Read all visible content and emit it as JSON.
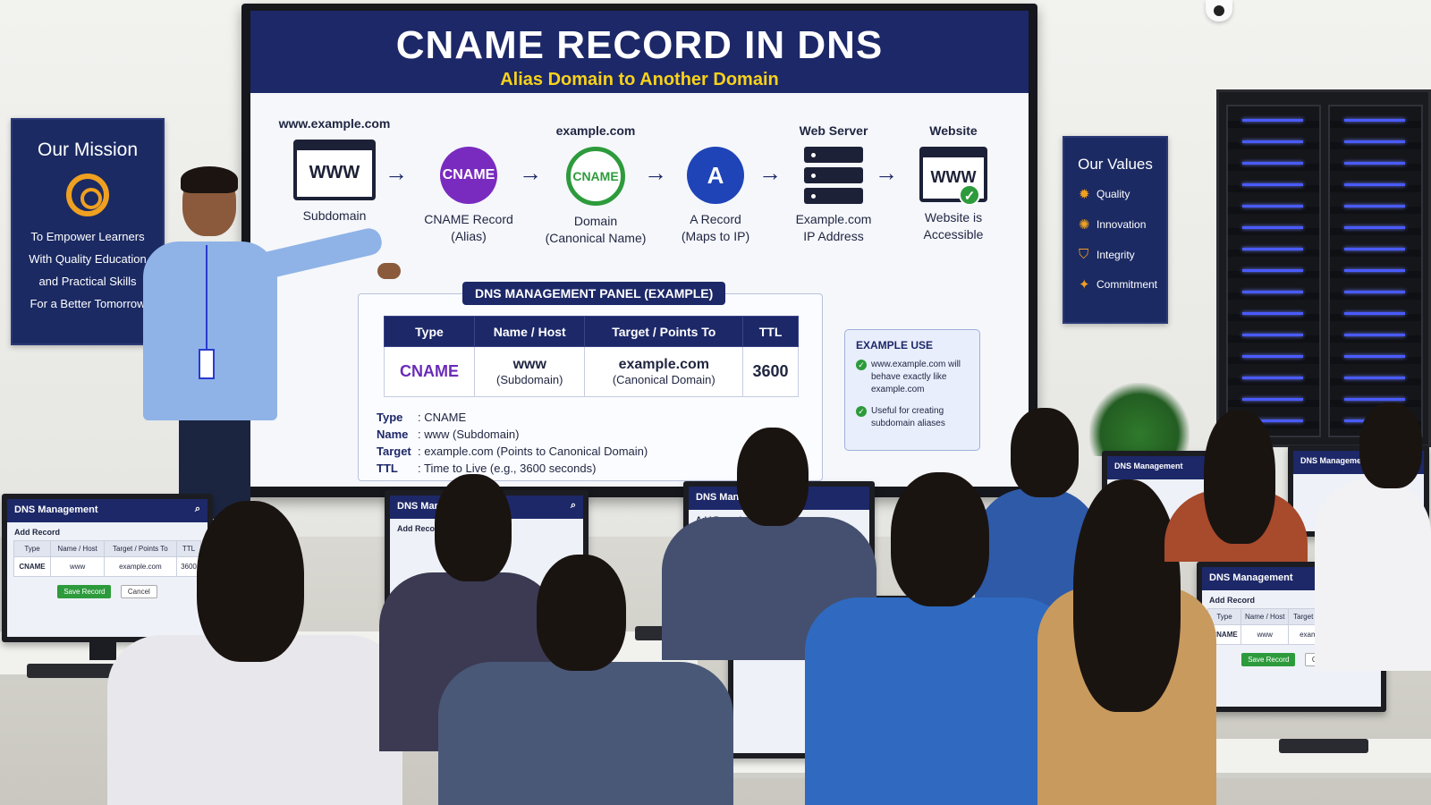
{
  "slide": {
    "title": "CNAME RECORD IN DNS",
    "subtitle": "Alias Domain to Another Domain",
    "flow": [
      {
        "top": "www.example.com",
        "icon": "WWW",
        "caption1": "Subdomain",
        "caption2": ""
      },
      {
        "top": "",
        "icon": "CNAME",
        "caption1": "CNAME Record",
        "caption2": "(Alias)"
      },
      {
        "top": "example.com",
        "icon": "CNAME",
        "caption1": "Domain",
        "caption2": "(Canonical Name)"
      },
      {
        "top": "",
        "icon": "A",
        "caption1": "A Record",
        "caption2": "(Maps to IP)"
      },
      {
        "top": "Web Server",
        "icon": "server-icon",
        "caption1": "Example.com",
        "caption2": "IP Address"
      },
      {
        "top": "Website",
        "icon": "WWW",
        "caption1": "Website is",
        "caption2": "Accessible"
      }
    ],
    "arrow": "→",
    "panel": {
      "title": "DNS MANAGEMENT PANEL (EXAMPLE)",
      "headers": [
        "Type",
        "Name / Host",
        "Target / Points To",
        "TTL"
      ],
      "row": {
        "type": "CNAME",
        "name": "www",
        "name_sub": "(Subdomain)",
        "target": "example.com",
        "target_sub": "(Canonical Domain)",
        "ttl": "3600"
      },
      "legend": [
        {
          "key": "Type",
          "value": ": CNAME"
        },
        {
          "key": "Name",
          "value": ": www (Subdomain)"
        },
        {
          "key": "Target",
          "value": ": example.com (Points to Canonical Domain)"
        },
        {
          "key": "TTL",
          "value": ": Time to Live (e.g., 3600 seconds)"
        }
      ]
    },
    "example_use": {
      "title": "EXAMPLE USE",
      "items": [
        "www.example.com will behave exactly like example.com",
        "Useful for creating subdomain aliases"
      ]
    }
  },
  "mission_poster": {
    "title": "Our Mission",
    "lines": [
      "To Empower Learners",
      "With Quality Education",
      "and Practical Skills",
      "For a Better Tomorrow"
    ]
  },
  "values_poster": {
    "title": "Our Values",
    "items": [
      "Quality",
      "Innovation",
      "Integrity",
      "Commitment"
    ]
  },
  "monitor_app": {
    "title": "DNS Management",
    "section": "Add Record",
    "headers": [
      "Type",
      "Name / Host",
      "Target / Points To",
      "TTL"
    ],
    "row": [
      "CNAME",
      "www",
      "example.com",
      "3600"
    ],
    "save_label": "Save Record",
    "cancel_label": "Cancel"
  },
  "colors": {
    "navy": "#1d2868",
    "accent_yellow": "#f7d21b",
    "cname_purple": "#7a2bbf",
    "success_green": "#2d9b3c"
  }
}
